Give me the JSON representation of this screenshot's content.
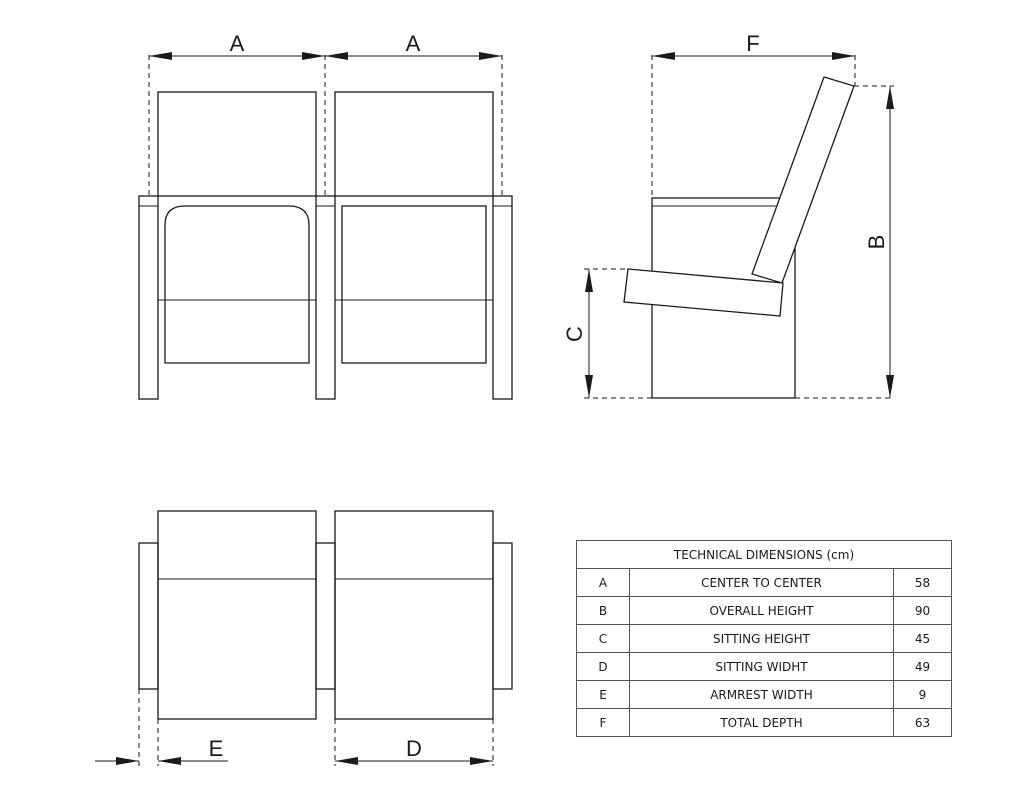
{
  "labels": {
    "a_left": "A",
    "a_right": "A",
    "b": "B",
    "c": "C",
    "d": "D",
    "e": "E",
    "f": "F"
  },
  "table": {
    "title": "TECHNICAL DIMENSIONS (cm)",
    "rows": [
      {
        "key": "A",
        "name": "CENTER TO CENTER",
        "value": "58"
      },
      {
        "key": "B",
        "name": "OVERALL HEIGHT",
        "value": "90"
      },
      {
        "key": "C",
        "name": "SITTING HEIGHT",
        "value": "45"
      },
      {
        "key": "D",
        "name": "SITTING WIDHT",
        "value": "49"
      },
      {
        "key": "E",
        "name": "ARMREST WIDTH",
        "value": "9"
      },
      {
        "key": "F",
        "name": "TOTAL DEPTH",
        "value": "63"
      }
    ]
  }
}
